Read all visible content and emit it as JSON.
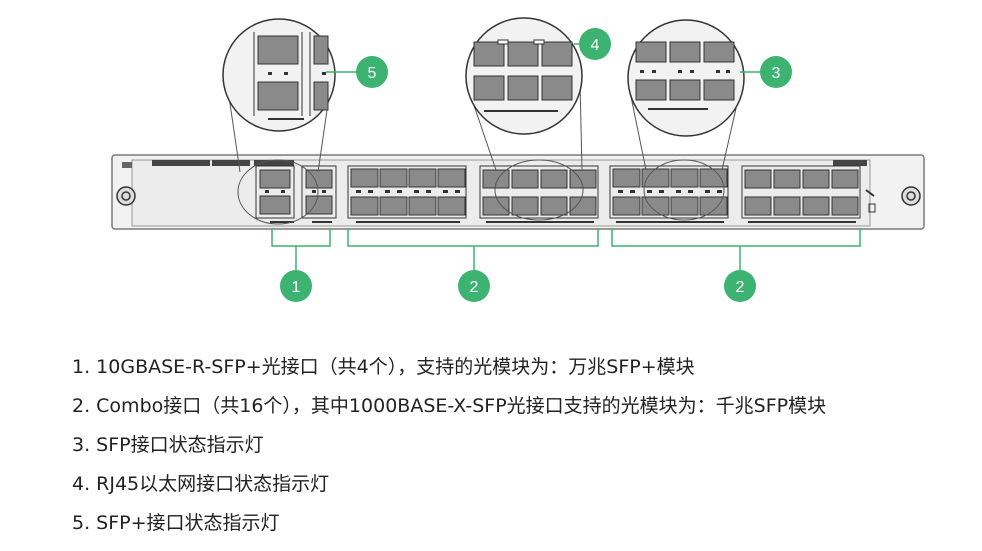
{
  "callouts": {
    "c1": "1",
    "c2": "2",
    "c3": "3",
    "c4": "4",
    "c5": "5"
  },
  "legend": {
    "items": [
      "1. 10GBASE-R-SFP+光接口（共4个），支持的光模块为：万兆SFP+模块",
      "2. Combo接口（共16个），其中1000BASE-X-SFP光接口支持的光模块为：千兆SFP模块",
      "3. SFP接口状态指示灯",
      "4. RJ45以太网接口状态指示灯",
      "5. SFP+接口状态指示灯"
    ]
  },
  "colors": {
    "callout": "#3cb371",
    "panel": "#f0f0f0",
    "port": "#8a8a8a",
    "line": "#555555"
  }
}
